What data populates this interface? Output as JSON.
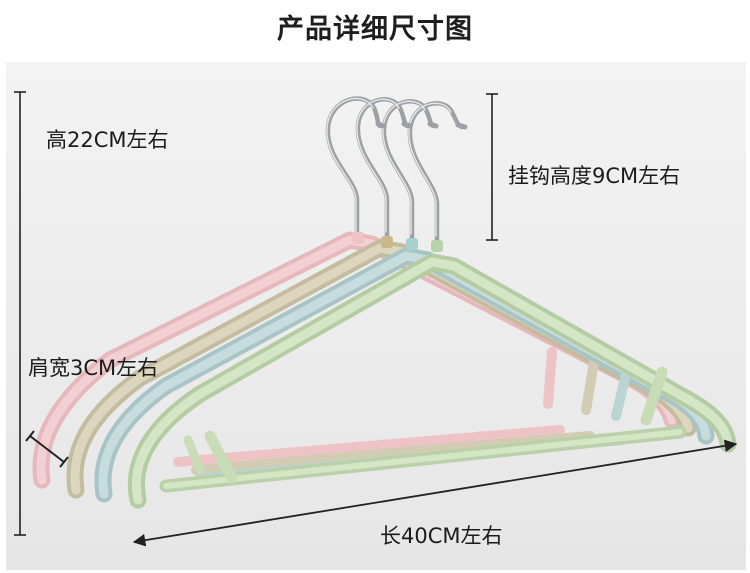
{
  "title": "产品详细尺寸图",
  "dimensions": {
    "height": "高22CM左右",
    "hook_height": "挂钩高度9CM左右",
    "shoulder_width": "肩宽3CM左右",
    "length": "长40CM左右"
  },
  "colors": {
    "pink": "#eec3c6",
    "khaki": "#d3ccb4",
    "blue": "#bad3d3",
    "green": "#c8dcb8",
    "metal": "#b9bcc0"
  }
}
